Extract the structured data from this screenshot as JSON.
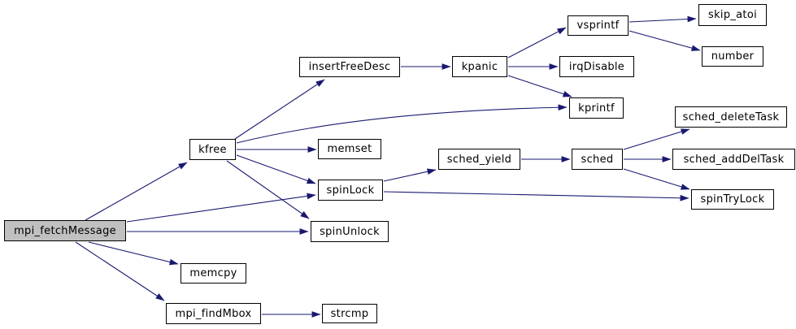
{
  "diagram": {
    "kind": "call-graph",
    "colors": {
      "edge": "#191970",
      "node_border": "#000000",
      "node_fill": "#ffffff",
      "highlight_fill": "#c0c0c0",
      "text": "#000000",
      "background": "#ffffff"
    },
    "nodes": [
      {
        "id": "mpi_fetchMessage",
        "label": "mpi_fetchMessage",
        "highlighted": true
      },
      {
        "id": "kfree",
        "label": "kfree",
        "highlighted": false
      },
      {
        "id": "insertFreeDesc",
        "label": "insertFreeDesc",
        "highlighted": false
      },
      {
        "id": "kpanic",
        "label": "kpanic",
        "highlighted": false
      },
      {
        "id": "vsprintf",
        "label": "vsprintf",
        "highlighted": false
      },
      {
        "id": "skip_atoi",
        "label": "skip_atoi",
        "highlighted": false
      },
      {
        "id": "number",
        "label": "number",
        "highlighted": false
      },
      {
        "id": "irqDisable",
        "label": "irqDisable",
        "highlighted": false
      },
      {
        "id": "kprintf",
        "label": "kprintf",
        "highlighted": false
      },
      {
        "id": "memset",
        "label": "memset",
        "highlighted": false
      },
      {
        "id": "sched_yield",
        "label": "sched_yield",
        "highlighted": false
      },
      {
        "id": "sched",
        "label": "sched",
        "highlighted": false
      },
      {
        "id": "sched_deleteTask",
        "label": "sched_deleteTask",
        "highlighted": false
      },
      {
        "id": "sched_addDelTask",
        "label": "sched_addDelTask",
        "highlighted": false
      },
      {
        "id": "spinLock",
        "label": "spinLock",
        "highlighted": false
      },
      {
        "id": "spinTryLock",
        "label": "spinTryLock",
        "highlighted": false
      },
      {
        "id": "spinUnlock",
        "label": "spinUnlock",
        "highlighted": false
      },
      {
        "id": "memcpy",
        "label": "memcpy",
        "highlighted": false
      },
      {
        "id": "mpi_findMbox",
        "label": "mpi_findMbox",
        "highlighted": false
      },
      {
        "id": "strcmp",
        "label": "strcmp",
        "highlighted": false
      }
    ],
    "edges": [
      {
        "from": "mpi_fetchMessage",
        "to": "kfree"
      },
      {
        "from": "mpi_fetchMessage",
        "to": "spinLock"
      },
      {
        "from": "mpi_fetchMessage",
        "to": "spinUnlock"
      },
      {
        "from": "mpi_fetchMessage",
        "to": "memcpy"
      },
      {
        "from": "mpi_fetchMessage",
        "to": "mpi_findMbox"
      },
      {
        "from": "kfree",
        "to": "insertFreeDesc"
      },
      {
        "from": "kfree",
        "to": "kprintf"
      },
      {
        "from": "kfree",
        "to": "memset"
      },
      {
        "from": "kfree",
        "to": "spinLock"
      },
      {
        "from": "kfree",
        "to": "spinUnlock"
      },
      {
        "from": "insertFreeDesc",
        "to": "kpanic"
      },
      {
        "from": "kpanic",
        "to": "vsprintf"
      },
      {
        "from": "kpanic",
        "to": "irqDisable"
      },
      {
        "from": "kpanic",
        "to": "kprintf"
      },
      {
        "from": "vsprintf",
        "to": "skip_atoi"
      },
      {
        "from": "vsprintf",
        "to": "number"
      },
      {
        "from": "sched_yield",
        "to": "sched"
      },
      {
        "from": "sched",
        "to": "sched_deleteTask"
      },
      {
        "from": "sched",
        "to": "sched_addDelTask"
      },
      {
        "from": "sched",
        "to": "spinTryLock"
      },
      {
        "from": "spinLock",
        "to": "sched_yield"
      },
      {
        "from": "spinLock",
        "to": "spinTryLock"
      },
      {
        "from": "mpi_findMbox",
        "to": "strcmp"
      }
    ]
  }
}
